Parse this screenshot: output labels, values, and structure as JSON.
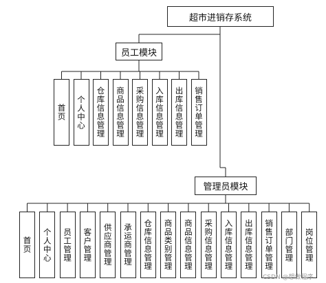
{
  "root": {
    "label": "超市进销存系统"
  },
  "staff": {
    "label": "员工模块",
    "items": [
      "首页",
      "个人中心",
      "仓库信息管理",
      "商品信息管理",
      "采购信息管理",
      "入库信息管理",
      "出库信息管理",
      "销售订单管理"
    ]
  },
  "admin": {
    "label": "管理员模块",
    "items": [
      "首页",
      "个人中心",
      "员工管理",
      "客户管理",
      "供应商管理",
      "承运商管理",
      "仓库信息管理",
      "商品类别管理",
      "商品信息管理",
      "采购信息管理",
      "入库信息管理",
      "出库信息管理",
      "销售订单管理",
      "部门管理",
      "岗位管理"
    ]
  },
  "watermark": "CSDN @想做程序"
}
